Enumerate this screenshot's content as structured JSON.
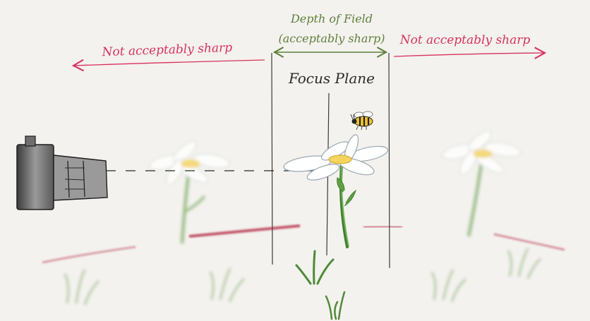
{
  "labels": {
    "dof_title": "Depth of Field",
    "dof_subtitle": "(acceptably sharp)",
    "focus_plane": "Focus Plane",
    "left_not_sharp": "Not acceptably sharp",
    "right_not_sharp": "Not acceptably sharp"
  },
  "colors": {
    "background": "#f3f2ee",
    "label_red": "#d6325d",
    "label_green": "#5f7f3a",
    "ink": "#2a2a2a",
    "petal": "#ffffff",
    "flower_center": "#f4d35e",
    "stem": "#5fa141",
    "ground_stroke": "#b3233f",
    "grass": "#4f8a3a"
  },
  "icons": {
    "camera": "camera-icon",
    "bee": "bee-icon"
  }
}
